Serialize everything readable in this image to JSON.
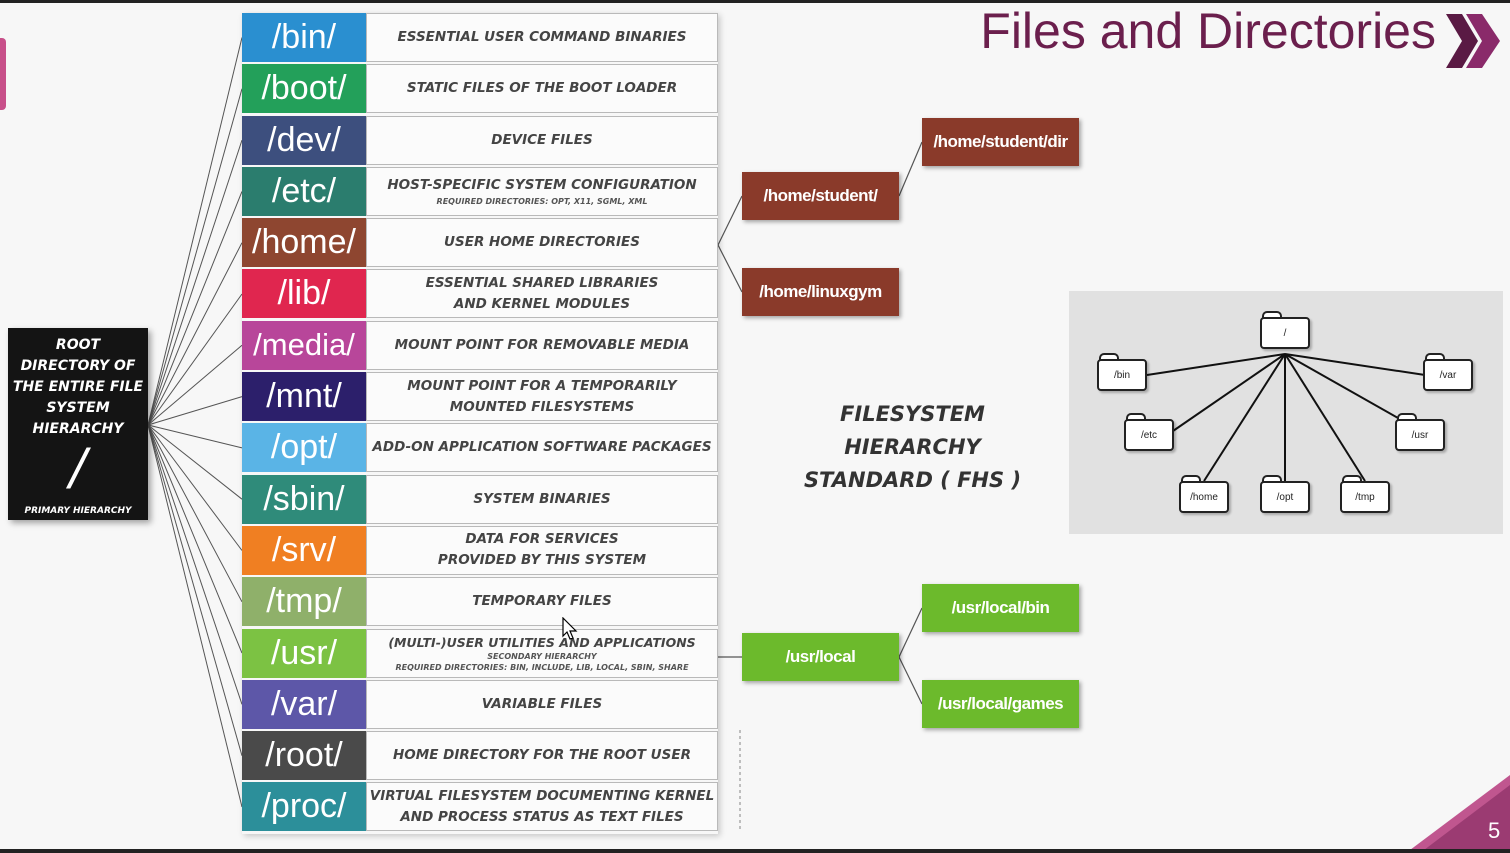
{
  "slide": {
    "title": "Files and Directories",
    "page_number": "5",
    "accent_color": "#6b1f4d"
  },
  "root": {
    "label": "ROOT DIRECTORY OF THE ENTIRE FILE SYSTEM HIERARCHY",
    "symbol": "/",
    "sublabel": "PRIMARY HIERARCHY"
  },
  "directories": [
    {
      "name": "/bin/",
      "desc": "ESSENTIAL USER COMMAND BINARIES",
      "color": "#2a8fd0"
    },
    {
      "name": "/boot/",
      "desc": "STATIC FILES OF THE BOOT LOADER",
      "color": "#23a05a"
    },
    {
      "name": "/dev/",
      "desc": "DEVICE FILES",
      "color": "#3d4f7e"
    },
    {
      "name": "/etc/",
      "desc": "HOST-SPECIFIC SYSTEM CONFIGURATION",
      "desc_small": "REQUIRED DIRECTORIES: OPT, X11, SGML, XML",
      "color": "#2b7d6e"
    },
    {
      "name": "/home/",
      "desc": "USER HOME DIRECTORIES",
      "color": "#8e4630"
    },
    {
      "name": "/lib/",
      "desc": "ESSENTIAL SHARED LIBRARIES",
      "desc2": "AND KERNEL MODULES",
      "color": "#e0264f"
    },
    {
      "name": "/media/",
      "desc": "MOUNT POINT FOR REMOVABLE MEDIA",
      "color": "#b8469a"
    },
    {
      "name": "/mnt/",
      "desc": "MOUNT POINT FOR A TEMPORARILY",
      "desc2": "MOUNTED FILESYSTEMS",
      "color": "#2c1f6b"
    },
    {
      "name": "/opt/",
      "desc": "ADD-ON APPLICATION SOFTWARE PACKAGES",
      "color": "#5ab4e6"
    },
    {
      "name": "/sbin/",
      "desc": "SYSTEM BINARIES",
      "color": "#2f8b7a"
    },
    {
      "name": "/srv/",
      "desc": "DATA FOR SERVICES",
      "desc2": "PROVIDED BY THIS SYSTEM",
      "color": "#f07f22"
    },
    {
      "name": "/tmp/",
      "desc": "TEMPORARY FILES",
      "color": "#8fb06a"
    },
    {
      "name": "/usr/",
      "desc": "(MULTI-)USER UTILITIES AND APPLICATIONS",
      "desc_small": "SECONDARY HIERARCHY",
      "desc_small2": "REQUIRED DIRECTORIES: BIN, INCLUDE, LIB, LOCAL, SBIN, SHARE",
      "color": "#7cc243"
    },
    {
      "name": "/var/",
      "desc": "VARIABLE FILES",
      "color": "#5d57a8"
    },
    {
      "name": "/root/",
      "desc": "HOME DIRECTORY FOR THE ROOT USER",
      "color": "#4a4a4a"
    },
    {
      "name": "/proc/",
      "desc": "VIRTUAL FILESYSTEM DOCUMENTING KERNEL",
      "desc2": "AND PROCESS STATUS AS TEXT FILES",
      "color": "#2c8f9a"
    }
  ],
  "home_tree": {
    "student": "/home/student/",
    "linuxgym": "/home/linuxgym",
    "student_dir": "/home/student/dir"
  },
  "usr_tree": {
    "local": "/usr/local",
    "local_bin": "/usr/local/bin",
    "local_games": "/usr/local/games"
  },
  "fhs_label": {
    "line1": "FILESYSTEM HIERARCHY",
    "line2": "STANDARD ( FHS )"
  },
  "fs_tree": {
    "root": "/",
    "bin": "/bin",
    "etc": "/etc",
    "home": "/home",
    "opt": "/opt",
    "tmp": "/tmp",
    "usr": "/usr",
    "var": "/var"
  }
}
